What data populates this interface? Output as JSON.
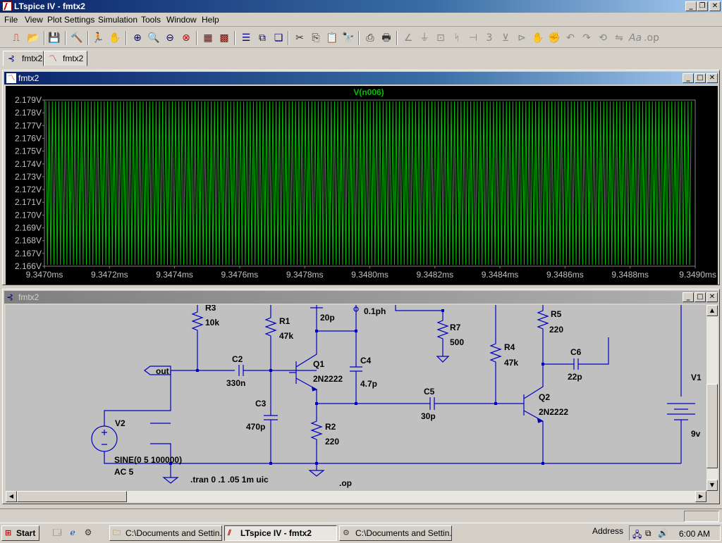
{
  "window": {
    "title": "LTspice IV - fmtx2"
  },
  "menu": [
    "File",
    "View",
    "Plot Settings",
    "Simulation",
    "Tools",
    "Window",
    "Help"
  ],
  "doc_tabs": [
    "fmtx2",
    "fmtx2"
  ],
  "plot": {
    "title": "fmtx2",
    "trace_label": "V(n006)",
    "trace_color": "#00c000",
    "y_ticks": [
      "2.179V",
      "2.178V",
      "2.177V",
      "2.176V",
      "2.175V",
      "2.174V",
      "2.173V",
      "2.172V",
      "2.171V",
      "2.170V",
      "2.169V",
      "2.168V",
      "2.167V",
      "2.166V"
    ],
    "x_ticks": [
      "9.3470ms",
      "9.3472ms",
      "9.3474ms",
      "9.3476ms",
      "9.3478ms",
      "9.3480ms",
      "9.3482ms",
      "9.3484ms",
      "9.3486ms",
      "9.3488ms",
      "9.3490ms"
    ]
  },
  "schematic": {
    "title": "fmtx2",
    "labels": {
      "r3": "R3",
      "r3v": "10k",
      "r1": "R1",
      "r1v": "47k",
      "c_top": "20p",
      "l_top": "0.1ph",
      "r7": "R7",
      "r7v": "500",
      "r5": "R5",
      "r5v": "220",
      "r4": "R4",
      "r4v": "47k",
      "c6": "C6",
      "c6v": "22p",
      "out": "out",
      "c2": "C2",
      "c2v": "330n",
      "q1": "Q1",
      "q1v": "2N2222",
      "c4": "C4",
      "c4v": "4.7p",
      "c5": "C5",
      "c5v": "30p",
      "q2": "Q2",
      "q2v": "2N2222",
      "v1": "V1",
      "v1v": "9v",
      "v2": "V2",
      "c3": "C3",
      "c3v": "470p",
      "r2": "R2",
      "r2v": "220",
      "sine": "SINE(0 5 100000)",
      "ac": "AC 5",
      "tran": ".tran 0 .1 .05 1m uic",
      "op": ".op"
    }
  },
  "taskbar": {
    "start": "Start",
    "buttons": [
      "C:\\Documents and Settin...",
      "LTspice IV - fmtx2",
      "C:\\Documents and Settin..."
    ],
    "address": "Address",
    "clock": "6:00 AM"
  }
}
